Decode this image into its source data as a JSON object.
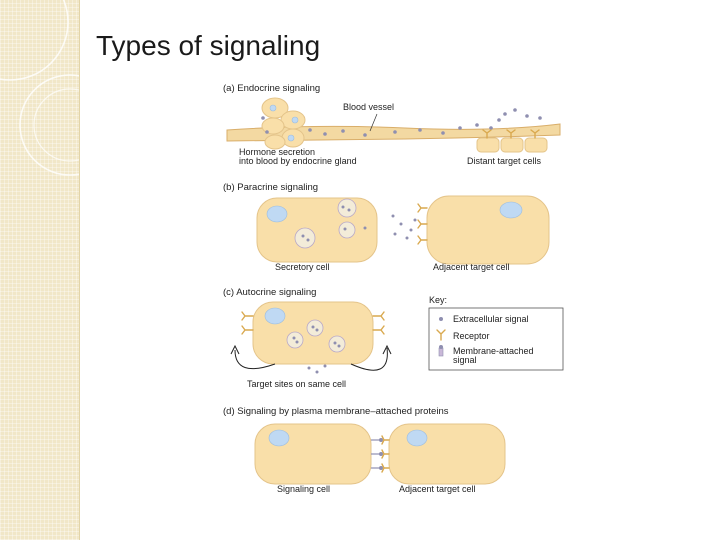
{
  "slide": {
    "title": "Types of signaling"
  },
  "figure": {
    "endocrine": {
      "heading": "(a) Endocrine signaling",
      "vessel_label": "Blood vessel",
      "gland_label_1": "Hormone secretion",
      "gland_label_2": "into blood by endocrine gland",
      "target_label": "Distant target cells"
    },
    "paracrine": {
      "heading": "(b) Paracrine signaling",
      "secretory_label": "Secretory cell",
      "target_label": "Adjacent target cell"
    },
    "autocrine": {
      "heading": "(c) Autocrine signaling",
      "target_sites_label": "Target sites on same cell"
    },
    "key": {
      "heading": "Key:",
      "items": [
        {
          "label": "Extracellular signal",
          "icon": "signal-dot-icon"
        },
        {
          "label": "Receptor",
          "icon": "receptor-icon"
        },
        {
          "label": "Membrane-attached",
          "label2": "signal",
          "icon": "membrane-signal-icon"
        }
      ]
    },
    "membrane": {
      "heading": "(d) Signaling by plasma membrane–attached proteins",
      "signaling_label": "Signaling cell",
      "target_label": "Adjacent target cell"
    },
    "colors": {
      "cell": "#f9dfa9",
      "nucleus": "#bfd9f3",
      "signal": "#8f8fb0",
      "receptor": "#d9a94f"
    }
  }
}
